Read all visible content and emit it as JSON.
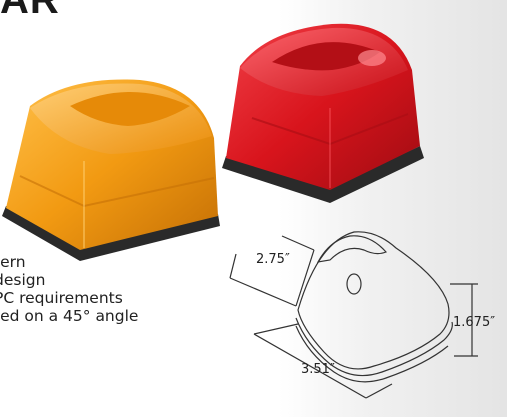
{
  "title": "AR",
  "features": [
    "tern",
    "design",
    "PC requirements",
    "ted on a 45° angle"
  ],
  "diagram": {
    "width_label": "2.75″",
    "height_label": "1.675″",
    "length_label": "3.51″"
  },
  "colors": {
    "amber": "#f29a12",
    "red": "#d8141c",
    "base": "#2a2a2a"
  },
  "icons": {
    "amber_lamp": "amber-lamp-icon",
    "red_lamp": "red-lamp-icon"
  }
}
